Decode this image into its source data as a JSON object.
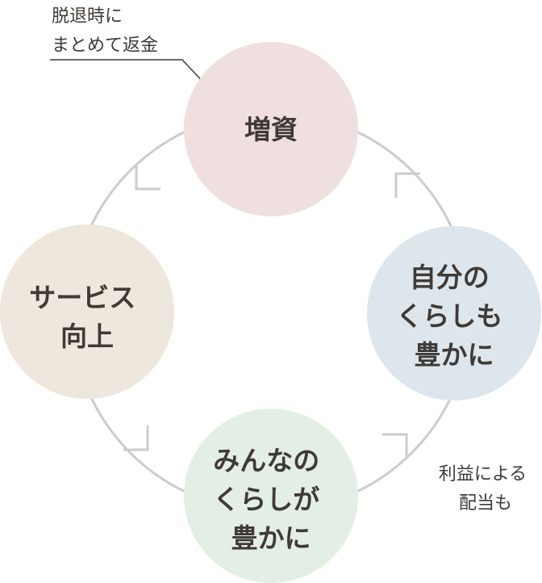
{
  "colors": {
    "ring": "#cccccc",
    "text": "#3f3a36",
    "node_top": "#f0dfdf",
    "node_right": "#dce6ec",
    "node_bottom": "#e3efe4",
    "node_left": "#eee7dd"
  },
  "nodes": {
    "top": {
      "lines": [
        "増資"
      ]
    },
    "right": {
      "lines": [
        "自分の",
        "くらしも",
        "豊かに"
      ]
    },
    "bottom": {
      "lines": [
        "みんなの",
        "くらしが",
        "豊かに"
      ]
    },
    "left": {
      "lines": [
        "サービス",
        "向上"
      ]
    }
  },
  "notes": {
    "top_left": {
      "lines": [
        "脱退時に",
        "まとめて返金"
      ]
    },
    "bottom_right": {
      "lines": [
        "利益による",
        "配当も"
      ]
    }
  }
}
